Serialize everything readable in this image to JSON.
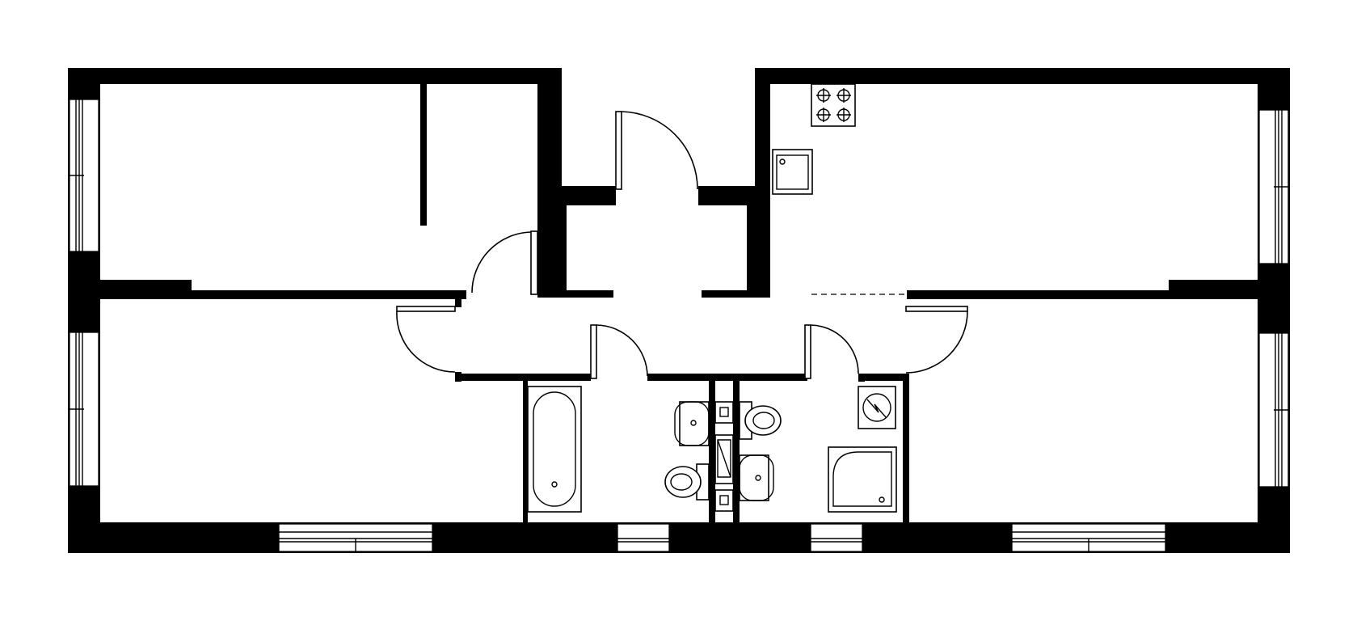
{
  "plan": {
    "colors": {
      "wall": "#000000",
      "background": "#ffffff",
      "line": "#000000"
    },
    "rooms": [
      "bedroom-1",
      "bedroom-2",
      "entry-hall",
      "kitchen-living",
      "bedroom-3",
      "corridor",
      "bathroom",
      "toilet-pair",
      "laundry"
    ],
    "fixtures": [
      "stove",
      "kitchen-sink",
      "bathtub",
      "washbasin",
      "toilet",
      "shower-tray",
      "washing-machine"
    ],
    "windows": [
      "north-west-top",
      "north-west-bottom",
      "east-top",
      "east-bottom",
      "south-1",
      "south-2",
      "south-3",
      "south-4"
    ],
    "doors": [
      "entrance-door",
      "bedroom-1-door",
      "bedroom-2-door",
      "bathroom-door",
      "laundry-door",
      "bedroom-3-door"
    ],
    "annotations": []
  }
}
